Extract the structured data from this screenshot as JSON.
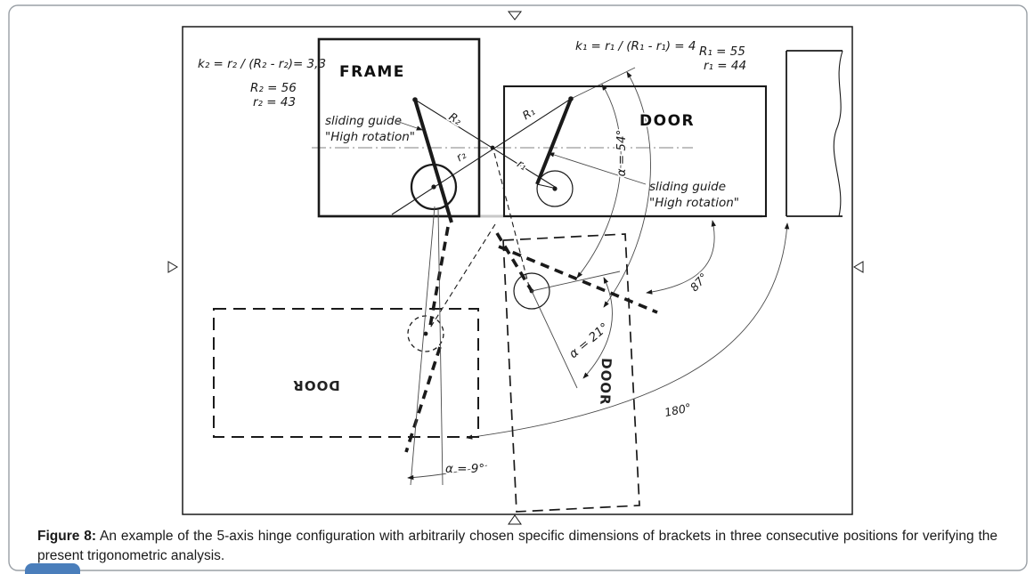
{
  "caption": {
    "label": "Figure 8:",
    "text": " An example of the 5-axis hinge configuration with arbitrarily chosen specific dimensions of brackets in three consecutive positions for verifying the present trigonometric analysis."
  },
  "drawing": {
    "boxes": {
      "frame": "FRAME",
      "door_pos1": "DOOR",
      "door_pos2": "DOOR",
      "door_pos3": "DOOR"
    },
    "formulas": {
      "k2": "k₂ = r₂ / (R₂ - r₂)= 3,3",
      "R2": "R₂ = 56",
      "r2": "r₂ = 43",
      "k1": "k₁ = r₁ / (R₁ - r₁) = 4",
      "R1": "R₁ = 55",
      "r1": "r₁ = 44"
    },
    "links": {
      "R2": "R₂",
      "R1": "R₁",
      "r2": "r₂",
      "r1": "r₁"
    },
    "guides": {
      "line1": "sliding guide",
      "line2": "\"High rotation\""
    },
    "angles": {
      "alpha_pos1": "α = 54°",
      "alpha_pos2": "α = 21°",
      "alpha_pos3": "α = 9°",
      "rotation_mid": "87°",
      "rotation_full": "180°"
    }
  },
  "colors": {
    "ink": "#1a1a1a",
    "construction": "#4a4a4a",
    "card_border": "#9aa0a6",
    "accent_blue": "#4a7ebb",
    "highlight_gray": "#c8c8c8"
  }
}
